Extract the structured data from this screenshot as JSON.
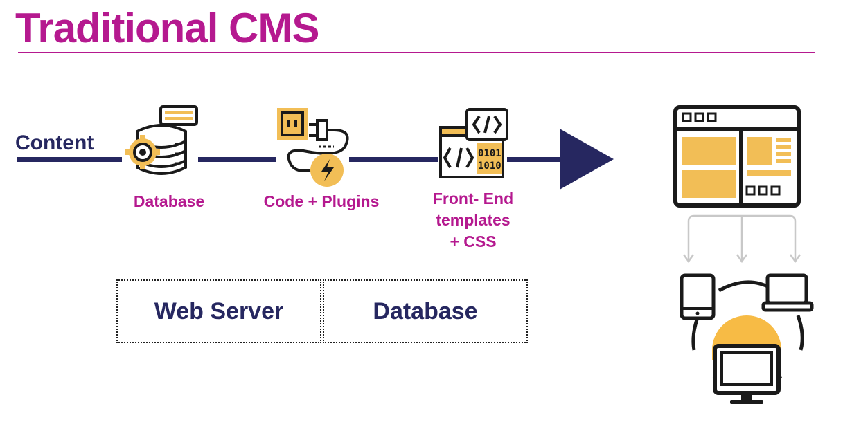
{
  "title": "Traditional CMS",
  "content_label": "Content",
  "steps": [
    {
      "label": "Database",
      "icon": "database-gear-icon"
    },
    {
      "label": "Code + Plugins",
      "icon": "plug-socket-icon"
    },
    {
      "label_lines": [
        "Front- End",
        "templates",
        "+ CSS"
      ],
      "icon": "code-window-icon"
    }
  ],
  "boxes": [
    {
      "label": "Web Server"
    },
    {
      "label": "Database"
    }
  ],
  "output": {
    "browser_icon": "browser-window-icon",
    "devices_icon": "multi-device-user-icon"
  },
  "colors": {
    "brand": "#b5198f",
    "navy": "#262760",
    "accent": "#f2be56",
    "dark": "#1a1a1a",
    "connector": "#c8c8c8"
  }
}
